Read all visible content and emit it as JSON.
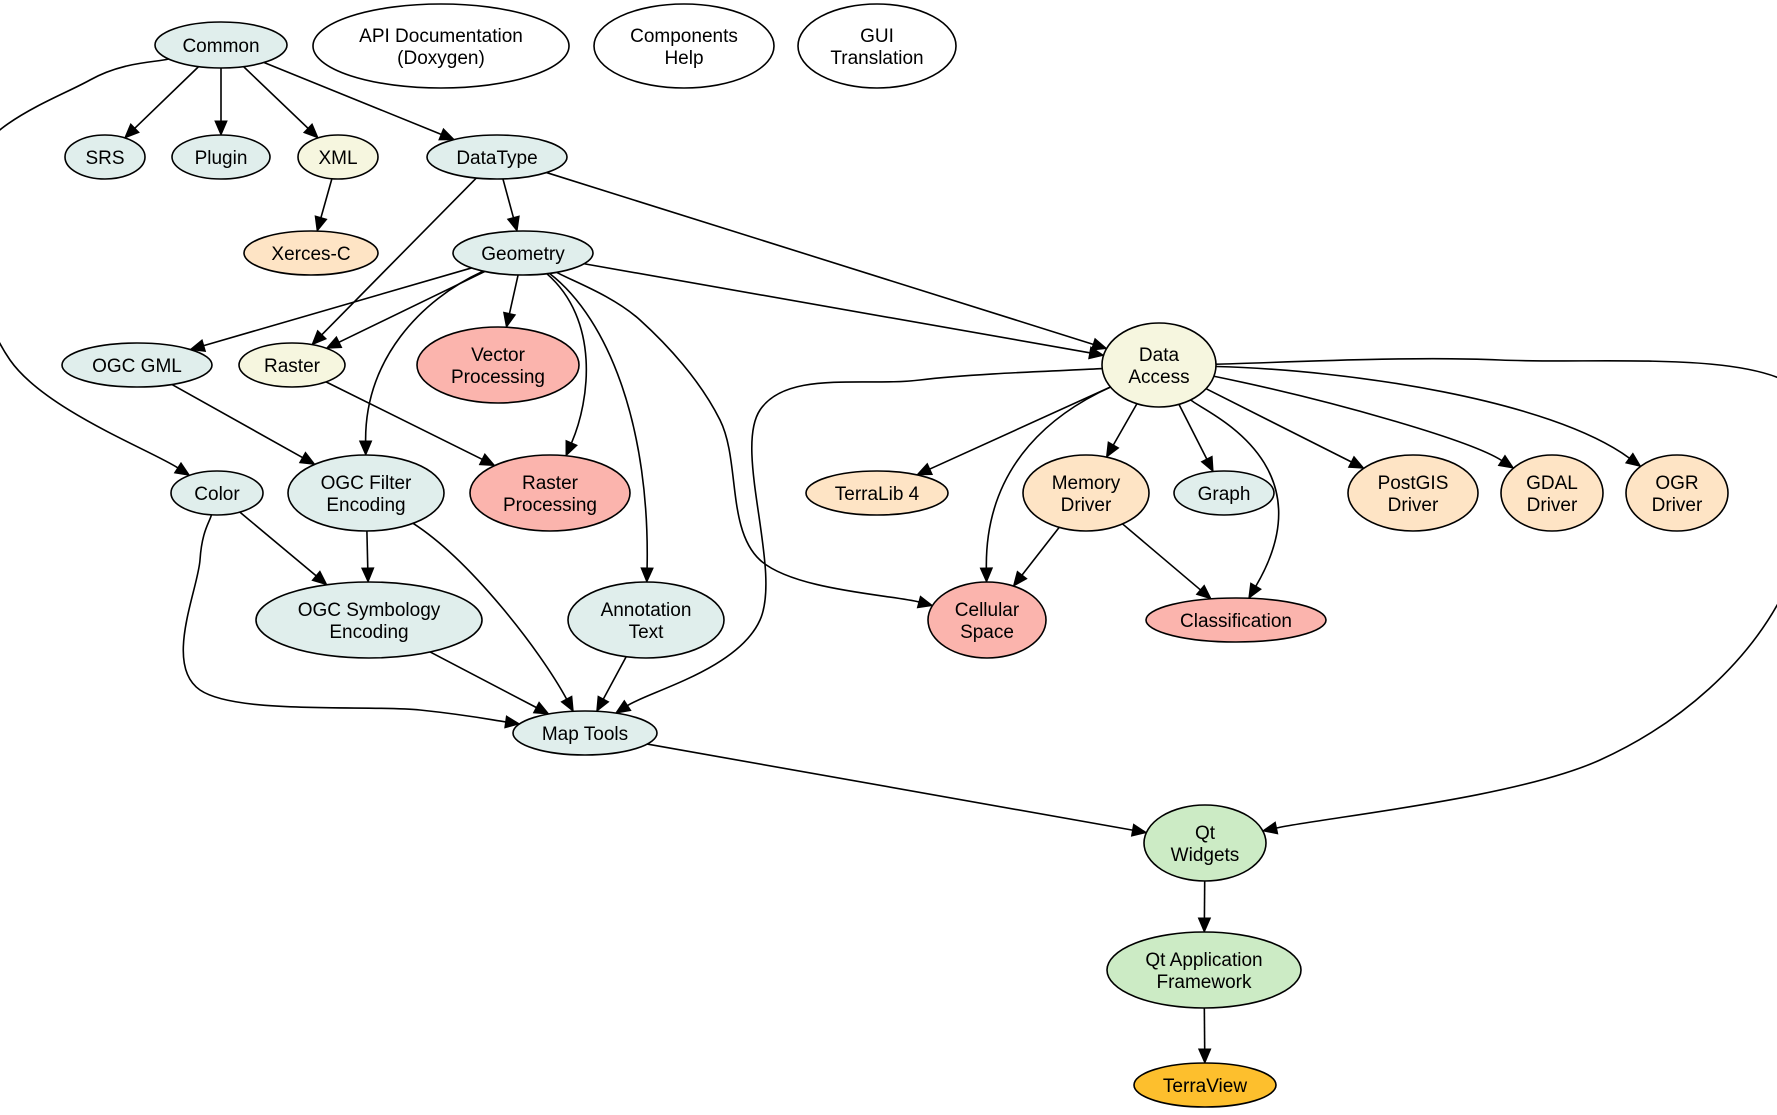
{
  "colors": {
    "core": "#e0eeec",
    "pale_yellow": "#f6f6df",
    "external": "#fee4c5",
    "processing": "#fbb4ad",
    "qt": "#ccebc5",
    "app": "#fdbf2d",
    "none": "#ffffff"
  },
  "nodes": [
    {
      "id": "common",
      "lines": [
        "Common"
      ],
      "color": "core"
    },
    {
      "id": "api-doc",
      "lines": [
        "API Documentation",
        "(Doxygen)"
      ],
      "color": "none"
    },
    {
      "id": "components-help",
      "lines": [
        "Components",
        "Help"
      ],
      "color": "none"
    },
    {
      "id": "gui-translation",
      "lines": [
        "GUI",
        "Translation"
      ],
      "color": "none"
    },
    {
      "id": "srs",
      "lines": [
        "SRS"
      ],
      "color": "core"
    },
    {
      "id": "plugin",
      "lines": [
        "Plugin"
      ],
      "color": "core"
    },
    {
      "id": "xml",
      "lines": [
        "XML"
      ],
      "color": "pale_yellow"
    },
    {
      "id": "datatype",
      "lines": [
        "DataType"
      ],
      "color": "core"
    },
    {
      "id": "xerces",
      "lines": [
        "Xerces-C"
      ],
      "color": "external"
    },
    {
      "id": "geometry",
      "lines": [
        "Geometry"
      ],
      "color": "core"
    },
    {
      "id": "ogc-gml",
      "lines": [
        "OGC GML"
      ],
      "color": "core"
    },
    {
      "id": "raster",
      "lines": [
        "Raster"
      ],
      "color": "pale_yellow"
    },
    {
      "id": "vector-processing",
      "lines": [
        "Vector",
        "Processing"
      ],
      "color": "processing"
    },
    {
      "id": "data-access",
      "lines": [
        "Data",
        "Access"
      ],
      "color": "pale_yellow"
    },
    {
      "id": "color",
      "lines": [
        "Color"
      ],
      "color": "core"
    },
    {
      "id": "ogc-filter",
      "lines": [
        "OGC Filter",
        "Encoding"
      ],
      "color": "core"
    },
    {
      "id": "raster-processing",
      "lines": [
        "Raster",
        "Processing"
      ],
      "color": "processing"
    },
    {
      "id": "terralib4",
      "lines": [
        "TerraLib 4"
      ],
      "color": "external"
    },
    {
      "id": "memory-driver",
      "lines": [
        "Memory",
        "Driver"
      ],
      "color": "external"
    },
    {
      "id": "graph",
      "lines": [
        "Graph"
      ],
      "color": "core"
    },
    {
      "id": "postgis-driver",
      "lines": [
        "PostGIS",
        "Driver"
      ],
      "color": "external"
    },
    {
      "id": "gdal-driver",
      "lines": [
        "GDAL",
        "Driver"
      ],
      "color": "external"
    },
    {
      "id": "ogr-driver",
      "lines": [
        "OGR",
        "Driver"
      ],
      "color": "external"
    },
    {
      "id": "ogc-symbology",
      "lines": [
        "OGC Symbology",
        "Encoding"
      ],
      "color": "core"
    },
    {
      "id": "annotation-text",
      "lines": [
        "Annotation",
        "Text"
      ],
      "color": "core"
    },
    {
      "id": "cellular-space",
      "lines": [
        "Cellular",
        "Space"
      ],
      "color": "processing"
    },
    {
      "id": "classification",
      "lines": [
        "Classification"
      ],
      "color": "processing"
    },
    {
      "id": "map-tools",
      "lines": [
        "Map Tools"
      ],
      "color": "core"
    },
    {
      "id": "qt-widgets",
      "lines": [
        "Qt",
        "Widgets"
      ],
      "color": "qt"
    },
    {
      "id": "qt-app-framework",
      "lines": [
        "Qt Application",
        "Framework"
      ],
      "color": "qt"
    },
    {
      "id": "terraview",
      "lines": [
        "TerraView"
      ],
      "color": "app"
    }
  ],
  "edges": [
    {
      "from": "common",
      "to": "srs"
    },
    {
      "from": "common",
      "to": "plugin"
    },
    {
      "from": "common",
      "to": "xml"
    },
    {
      "from": "common",
      "to": "datatype"
    },
    {
      "from": "common",
      "to": "color"
    },
    {
      "from": "xml",
      "to": "xerces"
    },
    {
      "from": "datatype",
      "to": "geometry"
    },
    {
      "from": "datatype",
      "to": "raster"
    },
    {
      "from": "datatype",
      "to": "data-access"
    },
    {
      "from": "geometry",
      "to": "ogc-gml"
    },
    {
      "from": "geometry",
      "to": "raster"
    },
    {
      "from": "geometry",
      "to": "vector-processing"
    },
    {
      "from": "geometry",
      "to": "ogc-filter"
    },
    {
      "from": "geometry",
      "to": "raster-processing"
    },
    {
      "from": "geometry",
      "to": "annotation-text"
    },
    {
      "from": "geometry",
      "to": "cellular-space"
    },
    {
      "from": "geometry",
      "to": "data-access"
    },
    {
      "from": "ogc-gml",
      "to": "ogc-filter"
    },
    {
      "from": "raster",
      "to": "raster-processing"
    },
    {
      "from": "color",
      "to": "ogc-symbology"
    },
    {
      "from": "color",
      "to": "map-tools"
    },
    {
      "from": "ogc-filter",
      "to": "ogc-symbology"
    },
    {
      "from": "ogc-filter",
      "to": "map-tools"
    },
    {
      "from": "ogc-symbology",
      "to": "map-tools"
    },
    {
      "from": "annotation-text",
      "to": "map-tools"
    },
    {
      "from": "data-access",
      "to": "map-tools"
    },
    {
      "from": "data-access",
      "to": "terralib4"
    },
    {
      "from": "data-access",
      "to": "cellular-space"
    },
    {
      "from": "data-access",
      "to": "memory-driver"
    },
    {
      "from": "data-access",
      "to": "graph"
    },
    {
      "from": "data-access",
      "to": "classification"
    },
    {
      "from": "data-access",
      "to": "postgis-driver"
    },
    {
      "from": "data-access",
      "to": "gdal-driver"
    },
    {
      "from": "data-access",
      "to": "ogr-driver"
    },
    {
      "from": "data-access",
      "to": "qt-widgets"
    },
    {
      "from": "memory-driver",
      "to": "cellular-space"
    },
    {
      "from": "memory-driver",
      "to": "classification"
    },
    {
      "from": "map-tools",
      "to": "qt-widgets"
    },
    {
      "from": "qt-widgets",
      "to": "qt-app-framework"
    },
    {
      "from": "qt-app-framework",
      "to": "terraview"
    }
  ]
}
